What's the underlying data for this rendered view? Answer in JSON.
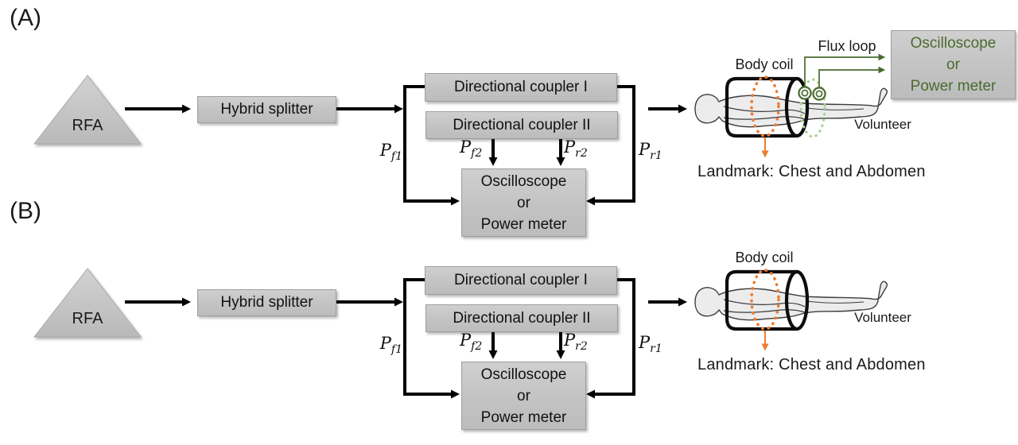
{
  "panel_a": {
    "tag": "(A)"
  },
  "panel_b": {
    "tag": "(B)"
  },
  "blocks": {
    "rfa": "RFA",
    "hybrid_splitter": "Hybrid splitter",
    "directional_coupler_1": "Directional coupler I",
    "directional_coupler_2": "Directional coupler II",
    "oscilloscope": {
      "line1": "Oscilloscope",
      "line2": "or",
      "line3": "Power meter"
    }
  },
  "power_labels": {
    "pf1": {
      "base": "P",
      "sub": "f1"
    },
    "pf2": {
      "base": "P",
      "sub": "f2"
    },
    "pr2": {
      "base": "P",
      "sub": "r2"
    },
    "pr1": {
      "base": "P",
      "sub": "r1"
    }
  },
  "scene": {
    "body_coil": "Body coil",
    "flux_loop": "Flux loop",
    "volunteer": "Volunteer",
    "landmark": "Landmark: Chest and Abdomen"
  },
  "colors": {
    "box_fill": "#c6c6c6",
    "box_border": "#9e9e9e",
    "arrow_black": "#000000",
    "flux_green": "#4a6b2e",
    "ellipse_light_green": "#a9d18e",
    "landmark_orange": "#ed7d31",
    "body_fill": "#ececec"
  }
}
